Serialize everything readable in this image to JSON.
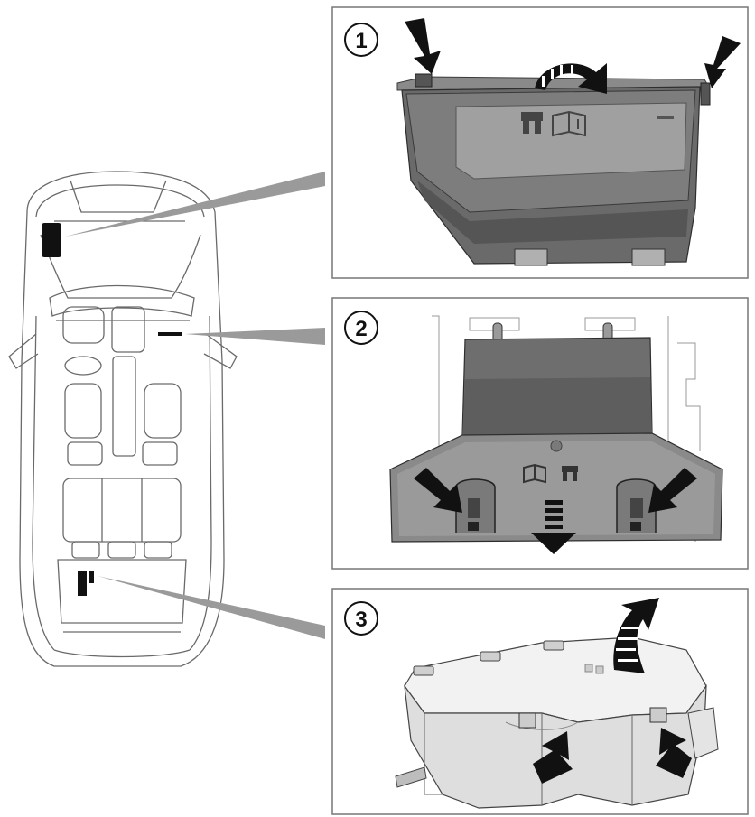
{
  "panels": [
    {
      "number": "1"
    },
    {
      "number": "2"
    },
    {
      "number": "3"
    }
  ],
  "colors": {
    "line": "#5a5a5a",
    "frame": "#777777",
    "box_dark": "#5e5e5e",
    "box_mid": "#8a8a8a",
    "box_light": "#b8b8b8",
    "box_pale": "#e6e6e6",
    "leader": "#9a9a9a",
    "arrow": "#111111"
  },
  "icons": [
    "fuse-icon",
    "manual-book-icon",
    "car-outline"
  ]
}
